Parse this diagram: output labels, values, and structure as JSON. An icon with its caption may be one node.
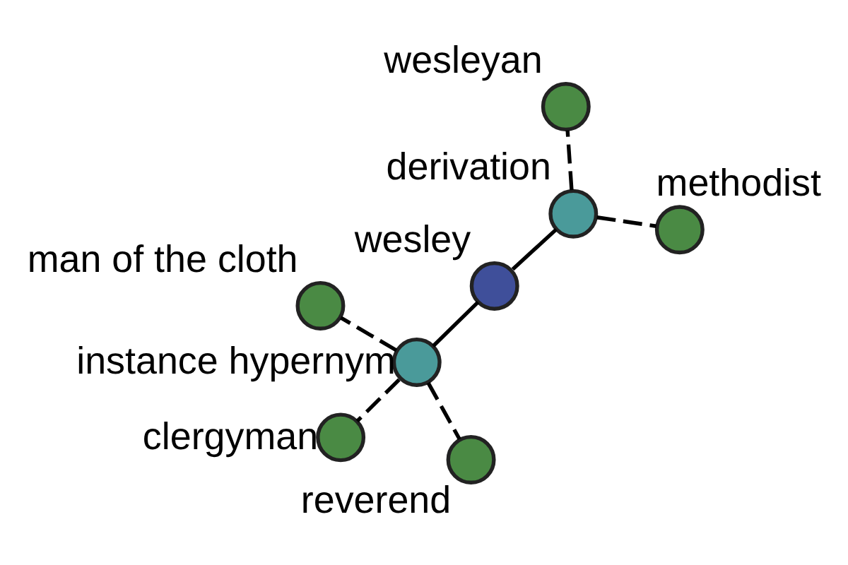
{
  "diagram": {
    "nodes": [
      {
        "text": [
          "wesley"
        ]
      },
      {
        "text": [
          "derivation"
        ]
      },
      {
        "text": [
          "methodist"
        ]
      },
      {
        "text": [
          "wesleyan"
        ]
      },
      {
        "text": [
          "instance hypernym"
        ]
      },
      {
        "text": [
          "man of the cloth"
        ]
      },
      {
        "text": [
          "clergyman"
        ]
      },
      {
        "text": [
          "reverend"
        ]
      }
    ],
    "edges": [
      {
        "from": 0,
        "to": 1,
        "arrow": "none"
      },
      {
        "from": 1,
        "to": 2,
        "arrow": "none",
        "style": "dashed"
      },
      {
        "from": 1,
        "to": 3,
        "arrow": "none",
        "style": "dashed"
      },
      {
        "from": 0,
        "to": 4,
        "arrow": "none"
      },
      {
        "from": 4,
        "to": 5,
        "arrow": "none",
        "style": "dashed"
      },
      {
        "from": 4,
        "to": 6,
        "arrow": "none",
        "style": "dashed"
      },
      {
        "from": 4,
        "to": 7,
        "arrow": "none",
        "style": "dashed"
      }
    ]
  }
}
